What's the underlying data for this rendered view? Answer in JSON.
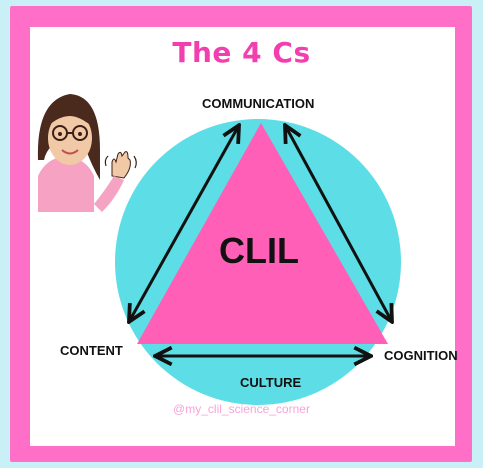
{
  "title": "The 4 Cs",
  "nodes": {
    "top": "COMMUNICATION",
    "left": "CONTENT",
    "right": "COGNITION",
    "bottom": "CULTURE"
  },
  "center": "CLIL",
  "handle": "@my_clil_science_corner",
  "colors": {
    "background": "#c9f0f7",
    "frame": "#ff6fc8",
    "circle": "#5ddde6",
    "triangle": "#ff5fb6",
    "title": "#f23fb0",
    "arrow": "#111111",
    "handle": "#f8a3d9"
  },
  "icons": {
    "avatar": "waving-woman-avatar"
  }
}
